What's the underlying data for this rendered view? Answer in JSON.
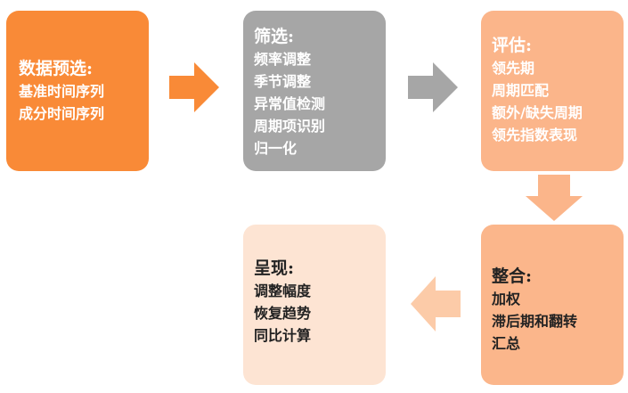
{
  "colors": {
    "preselect": "#F98A37",
    "filter": "#A6A6A6",
    "evaluate": "#FBB58A",
    "integrate": "#FBB68B",
    "present": "#FDE4D3"
  },
  "steps": [
    {
      "title": "数据预选:",
      "items": [
        "基准时间序列",
        "成分时间序列"
      ]
    },
    {
      "title": "筛选:",
      "items": [
        "频率调整",
        "季节调整",
        "异常值检测",
        "周期项识别",
        "归一化"
      ]
    },
    {
      "title": "评估:",
      "items": [
        "领先期",
        "周期匹配",
        "额外/缺失周期",
        "领先指数表现"
      ]
    },
    {
      "title": "整合:",
      "items": [
        "加权",
        "滞后期和翻转",
        "汇总"
      ]
    },
    {
      "title": "呈现:",
      "items": [
        "调整幅度",
        "恢复趋势",
        "同比计算"
      ]
    }
  ]
}
